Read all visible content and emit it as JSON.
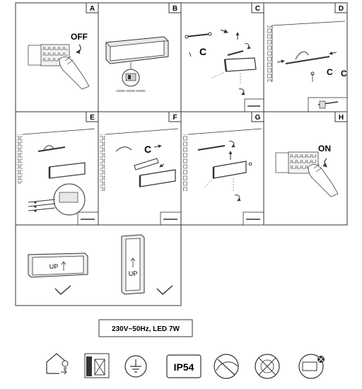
{
  "panels": [
    {
      "letter": "A",
      "action": "OFF"
    },
    {
      "letter": "B",
      "caption": "2300K-4000K-6000K"
    },
    {
      "letter": "C"
    },
    {
      "letter": "D"
    },
    {
      "letter": "E"
    },
    {
      "letter": "F"
    },
    {
      "letter": "G"
    },
    {
      "letter": "H",
      "action": "ON"
    }
  ],
  "orientation": {
    "label_horizontal": "UP",
    "label_vertical": "UP"
  },
  "spec": {
    "text": "230V~50Hz, LED 7W"
  },
  "icons": [
    {
      "name": "indoor-use-icon"
    },
    {
      "name": "wall-mount-icon"
    },
    {
      "name": "protective-earth-icon"
    },
    {
      "name": "ip-rating-icon",
      "label": "IP54"
    },
    {
      "name": "no-dimmer-icon"
    },
    {
      "name": "led-not-replaceable-icon"
    },
    {
      "name": "driver-not-replaceable-icon"
    }
  ]
}
